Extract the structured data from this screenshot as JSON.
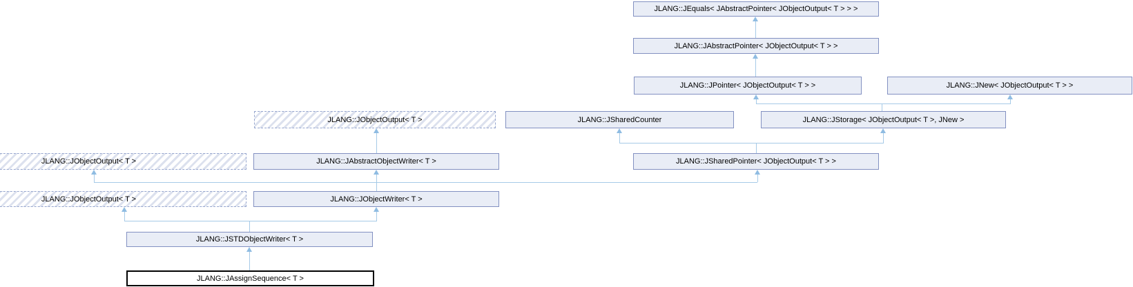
{
  "diagram": {
    "type": "class-inheritance-graph",
    "colors": {
      "node_fill": "#E9EDF6",
      "node_border": "#8290C1",
      "dashed_border": "#95A5CE",
      "hatch": "#DCE1EE",
      "edge": "#A6CAE7",
      "arrow": "#8FBCE2",
      "current_border": "#000000"
    },
    "nodes": [
      {
        "id": "jequals",
        "label": "JLANG::JEquals< JAbstractPointer< JObjectOutput< T > > >",
        "style": "solid"
      },
      {
        "id": "jabstractpointer",
        "label": "JLANG::JAbstractPointer< JObjectOutput< T > >",
        "style": "solid"
      },
      {
        "id": "jpointer",
        "label": "JLANG::JPointer< JObjectOutput< T > >",
        "style": "solid"
      },
      {
        "id": "jnew",
        "label": "JLANG::JNew< JObjectOutput< T > >",
        "style": "solid"
      },
      {
        "id": "jobjectoutput-a",
        "label": "JLANG::JObjectOutput< T >",
        "style": "dashed"
      },
      {
        "id": "jsharedcounter",
        "label": "JLANG::JSharedCounter",
        "style": "solid"
      },
      {
        "id": "jstorage",
        "label": "JLANG::JStorage< JObjectOutput< T >, JNew >",
        "style": "solid"
      },
      {
        "id": "jobjectoutput-b",
        "label": "JLANG::JObjectOutput< T >",
        "style": "dashed"
      },
      {
        "id": "jabstractobjectwriter",
        "label": "JLANG::JAbstractObjectWriter< T >",
        "style": "solid"
      },
      {
        "id": "jsharedpointer",
        "label": "JLANG::JSharedPointer< JObjectOutput< T > >",
        "style": "solid"
      },
      {
        "id": "jobjectoutput-c",
        "label": "JLANG::JObjectOutput< T >",
        "style": "dashed"
      },
      {
        "id": "jobjectwriter",
        "label": "JLANG::JObjectWriter< T >",
        "style": "solid"
      },
      {
        "id": "jstdobjectwriter",
        "label": "JLANG::JSTDObjectWriter< T >",
        "style": "solid"
      },
      {
        "id": "jassignsequence",
        "label": "JLANG::JAssignSequence< T >",
        "style": "current"
      }
    ],
    "edges": [
      {
        "from": "jabstractpointer",
        "to": "jequals"
      },
      {
        "from": "jpointer",
        "to": "jabstractpointer"
      },
      {
        "from": "jstorage",
        "to": "jpointer"
      },
      {
        "from": "jstorage",
        "to": "jnew"
      },
      {
        "from": "jsharedpointer",
        "to": "jsharedcounter"
      },
      {
        "from": "jsharedpointer",
        "to": "jstorage"
      },
      {
        "from": "jabstractobjectwriter",
        "to": "jobjectoutput-a"
      },
      {
        "from": "jobjectwriter",
        "to": "jobjectoutput-b"
      },
      {
        "from": "jobjectwriter",
        "to": "jabstractobjectwriter"
      },
      {
        "from": "jobjectwriter",
        "to": "jsharedpointer"
      },
      {
        "from": "jstdobjectwriter",
        "to": "jobjectoutput-c"
      },
      {
        "from": "jstdobjectwriter",
        "to": "jobjectwriter"
      },
      {
        "from": "jassignsequence",
        "to": "jstdobjectwriter"
      }
    ]
  }
}
